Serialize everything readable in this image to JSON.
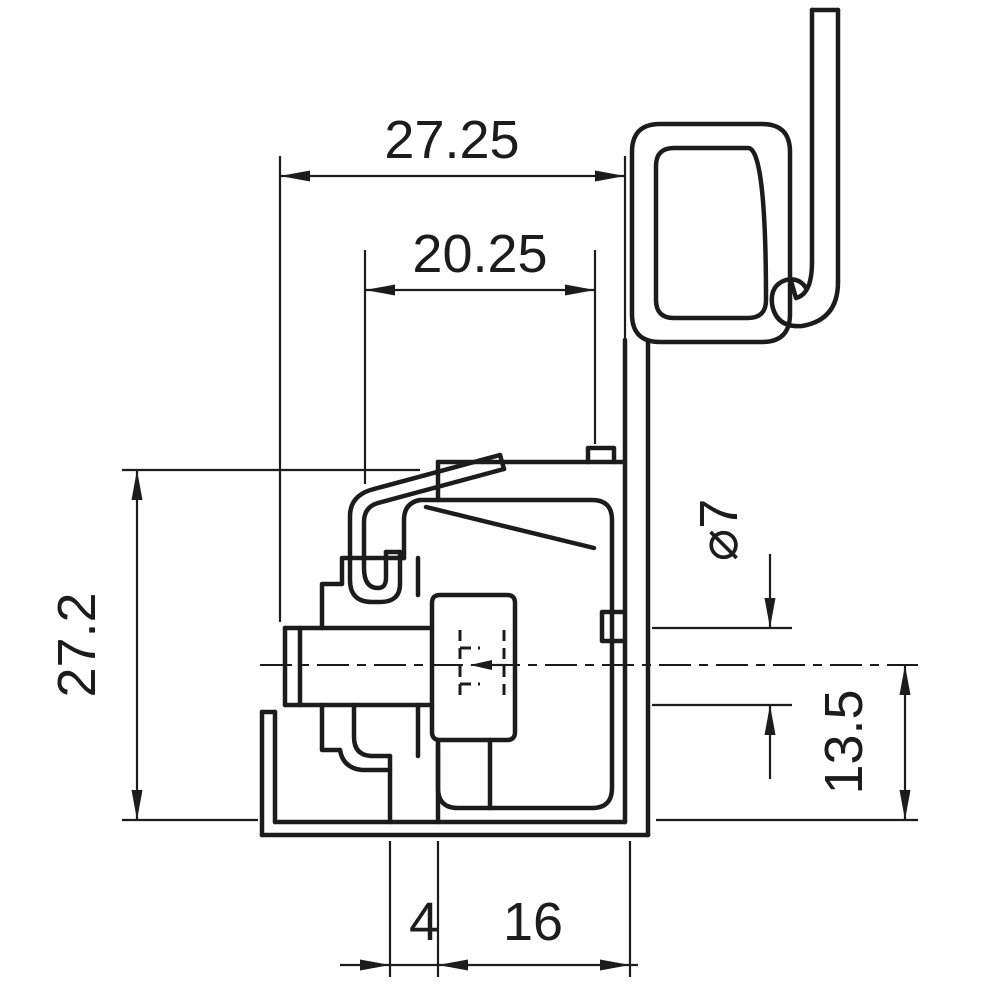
{
  "drawing": {
    "type": "technical-dimension-drawing",
    "subject": "rail-mount terminal bracket cross-section",
    "background_color": "#ffffff",
    "line_color": "#1c1c1c",
    "dimensions": {
      "top_width": "27.25",
      "upper_inner_width": "20.25",
      "left_height": "27.2",
      "hole_diameter": "⌀7",
      "right_lower_height": "13.5",
      "bottom_tab_width": "4",
      "bottom_width": "16"
    }
  }
}
